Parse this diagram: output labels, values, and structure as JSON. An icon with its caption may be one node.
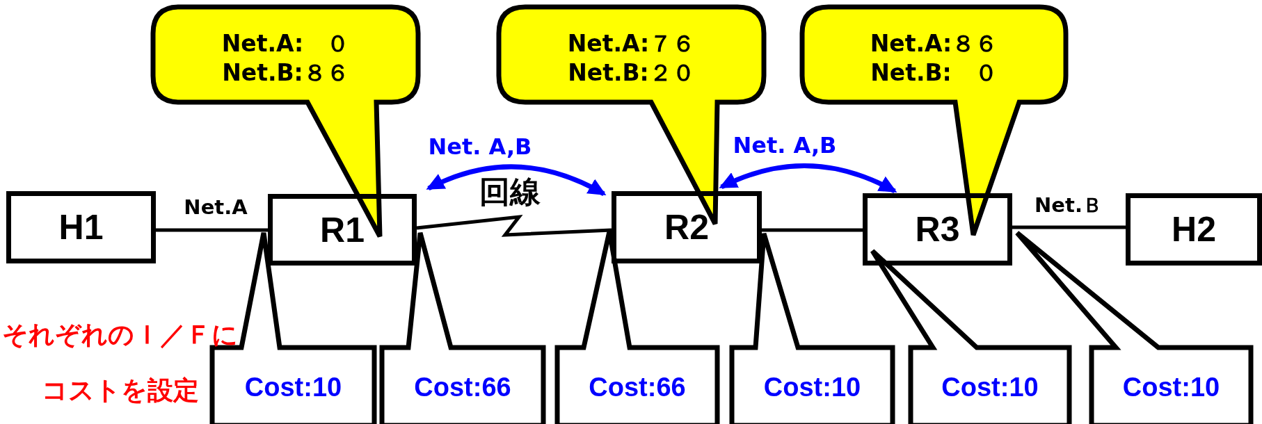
{
  "diagram": {
    "nodes": [
      {
        "text": [
          "H1"
        ]
      },
      {
        "text": [
          "R1"
        ]
      },
      {
        "text": [
          "R2"
        ]
      },
      {
        "text": [
          "R3"
        ]
      },
      {
        "text": [
          "H2"
        ]
      },
      {
        "text": [
          "Net.A:　０",
          "Net.B:８６"
        ]
      },
      {
        "text": [
          "Net.A:７６",
          "Net.B:２０"
        ]
      },
      {
        "text": [
          "Net.A:８６",
          "Net.B:　０"
        ]
      },
      {
        "text": [
          "Cost:10"
        ]
      },
      {
        "text": [
          "Cost:66"
        ]
      },
      {
        "text": [
          "Cost:66"
        ]
      },
      {
        "text": [
          "Cost:10"
        ]
      },
      {
        "text": [
          "Cost:10"
        ]
      },
      {
        "text": [
          "Cost:10"
        ]
      }
    ],
    "edges": [
      {
        "from": 0,
        "to": 1,
        "arrow": "none",
        "label": "Net.A"
      },
      {
        "from": 1,
        "to": 2,
        "arrow": "none",
        "label": "回線"
      },
      {
        "from": 1,
        "to": 2,
        "arrow": "both",
        "label": "Net. A,B",
        "color": "#0000ff"
      },
      {
        "from": 2,
        "to": 3,
        "arrow": "none"
      },
      {
        "from": 2,
        "to": 3,
        "arrow": "both",
        "label": "Net. A,B",
        "color": "#0000ff"
      },
      {
        "from": 3,
        "to": 4,
        "arrow": "none",
        "label": "Net.Ｂ"
      }
    ],
    "labels": [
      "それぞれのＩ／Ｆにコストを設定"
    ]
  }
}
